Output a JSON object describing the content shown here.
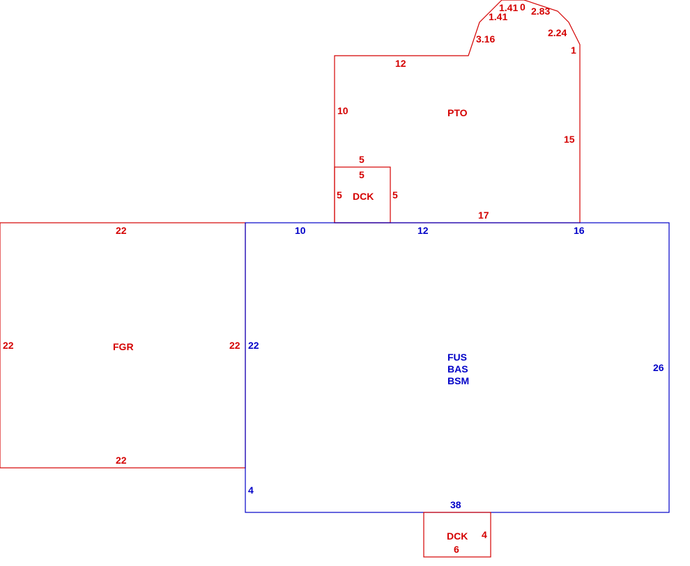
{
  "colors": {
    "attachment": "#d40000",
    "main_area": "#0000c8",
    "background": "#ffffff"
  },
  "areas": {
    "pto": {
      "code": "PTO"
    },
    "dck_top": {
      "code": "DCK"
    },
    "fgr": {
      "code": "FGR"
    },
    "main": {
      "codes": [
        "FUS",
        "BAS",
        "BSM"
      ]
    },
    "dck_bottom": {
      "code": "DCK"
    }
  },
  "dimensions": {
    "pto": {
      "left": "10",
      "top_left": "12",
      "diag_1": "3.16",
      "diag_2": "1.41",
      "diag_3": "1.41",
      "top_small": "0",
      "diag_4": "2.83",
      "diag_5": "2.24",
      "right_short": "1",
      "right": "15",
      "bottom": "17"
    },
    "dck_top": {
      "top_outer": "5",
      "top_inner": "5",
      "left": "5",
      "right": "5"
    },
    "fgr": {
      "top": "22",
      "left": "22",
      "right": "22",
      "bottom": "22"
    },
    "main": {
      "top_1": "10",
      "top_2": "12",
      "top_3": "16",
      "left": "22",
      "left_lower": "4",
      "right": "26",
      "bottom": "38"
    },
    "dck_bottom": {
      "right": "4",
      "bottom": "6"
    }
  }
}
